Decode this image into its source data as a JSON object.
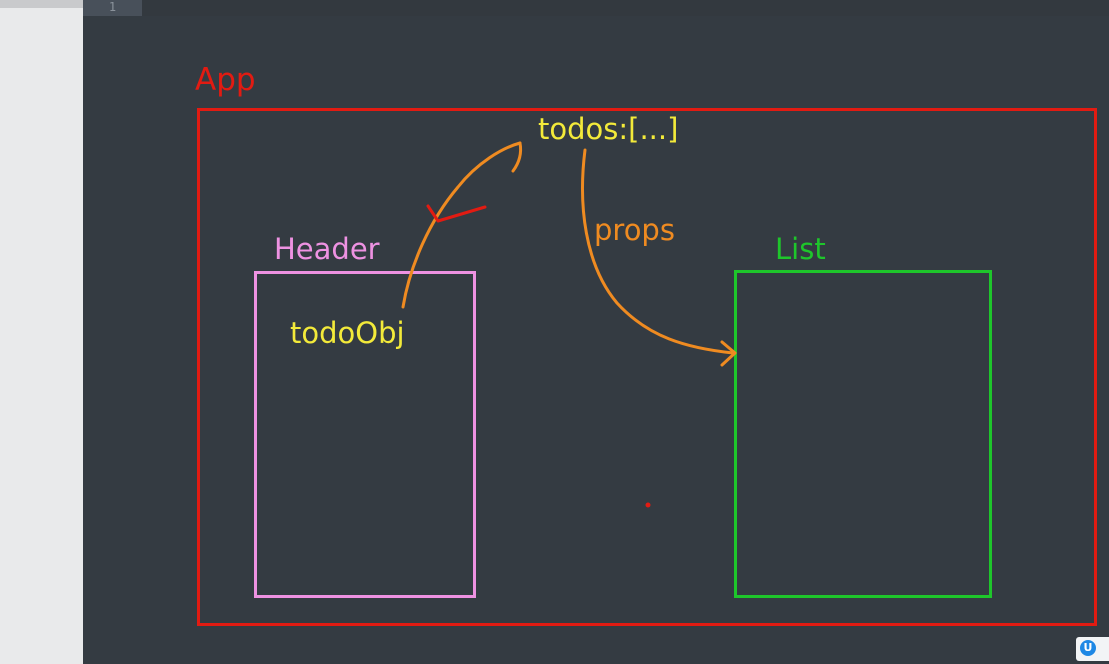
{
  "editor": {
    "line_number": "1"
  },
  "diagram": {
    "app_label": "App",
    "state_label": "todos:[...]",
    "props_label": "props",
    "header_label": "Header",
    "list_label": "List",
    "header_item_label": "todoObj"
  },
  "colors": {
    "background": "#343b42",
    "app": "#e21b12",
    "header": "#ee92e2",
    "list": "#1ec62b",
    "state_text": "#f3ea3a",
    "arrow": "#ef8b21"
  },
  "icons": {
    "corner_badge": "u-badge-icon"
  }
}
